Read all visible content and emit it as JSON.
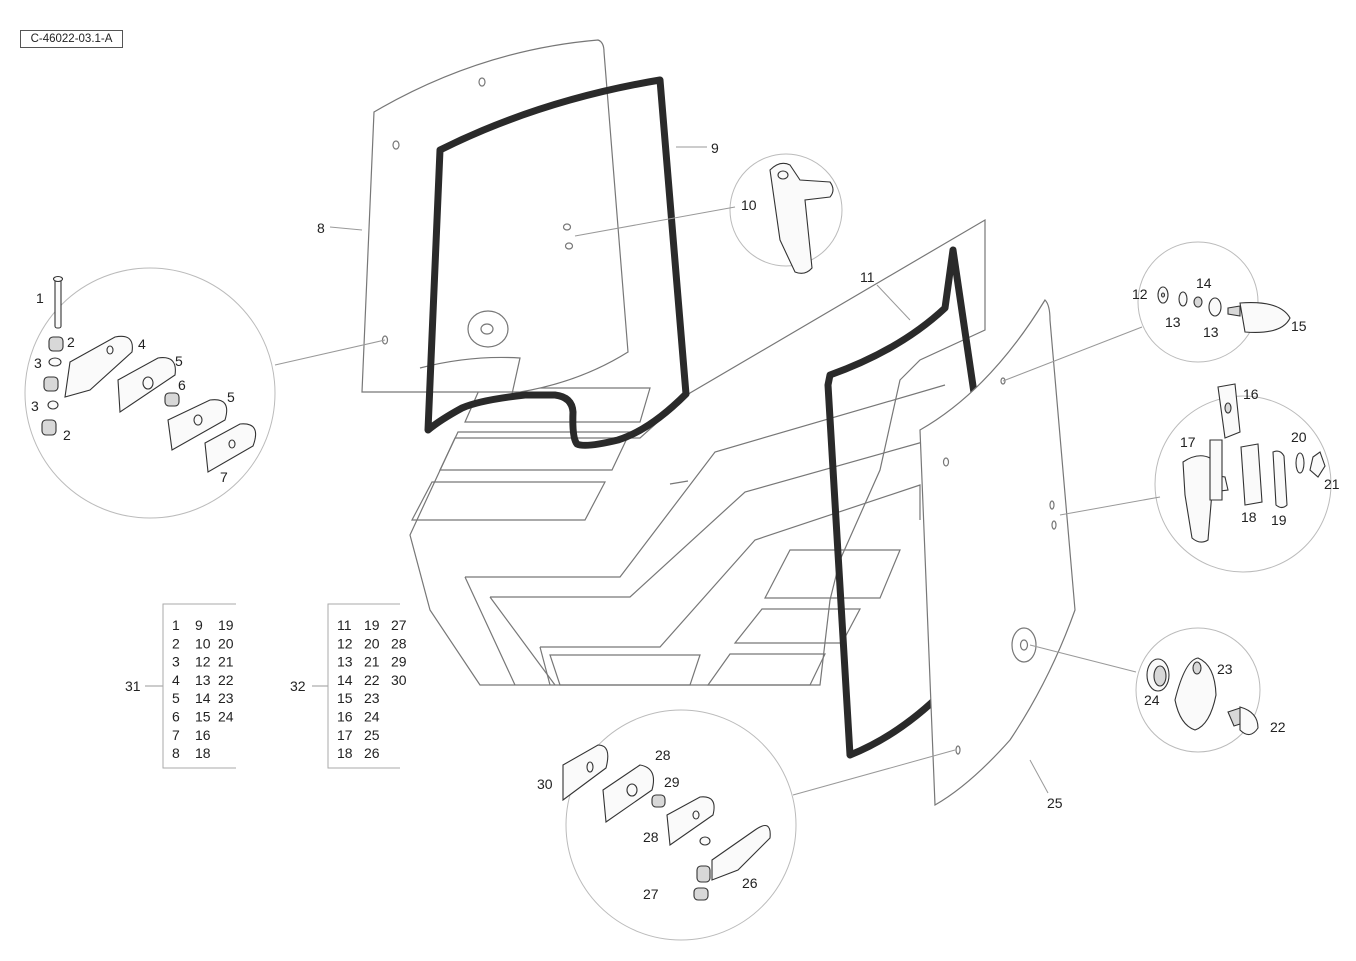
{
  "ref_code": "C-46022-03.1-A",
  "callouts": {
    "c1": "1",
    "c2a": "2",
    "c2b": "2",
    "c3a": "3",
    "c3b": "3",
    "c4": "4",
    "c5a": "5",
    "c5b": "5",
    "c6": "6",
    "c7": "7",
    "c8": "8",
    "c9": "9",
    "c10": "10",
    "c11": "11",
    "c12": "12",
    "c13a": "13",
    "c13b": "13",
    "c14": "14",
    "c15": "15",
    "c16": "16",
    "c17": "17",
    "c18": "18",
    "c19": "19",
    "c20": "20",
    "c21": "21",
    "c22": "22",
    "c23": "23",
    "c24": "24",
    "c25": "25",
    "c26": "26",
    "c27": "27",
    "c28a": "28",
    "c28b": "28",
    "c29": "29",
    "c30": "30",
    "c31": "31",
    "c32": "32"
  },
  "kit_31": {
    "label": "31",
    "rows": [
      [
        "1",
        "9",
        "19"
      ],
      [
        "2",
        "10",
        "20"
      ],
      [
        "3",
        "12",
        "21"
      ],
      [
        "4",
        "13",
        "22"
      ],
      [
        "5",
        "14",
        "23"
      ],
      [
        "6",
        "15",
        "24"
      ],
      [
        "7",
        "16",
        ""
      ],
      [
        "8",
        "18",
        ""
      ]
    ]
  },
  "kit_32": {
    "label": "32",
    "rows": [
      [
        "11",
        "19",
        "27"
      ],
      [
        "12",
        "20",
        "28"
      ],
      [
        "13",
        "21",
        "29"
      ],
      [
        "14",
        "22",
        "30"
      ],
      [
        "15",
        "23",
        ""
      ],
      [
        "16",
        "24",
        ""
      ],
      [
        "17",
        "25",
        ""
      ],
      [
        "18",
        "26",
        ""
      ]
    ]
  }
}
